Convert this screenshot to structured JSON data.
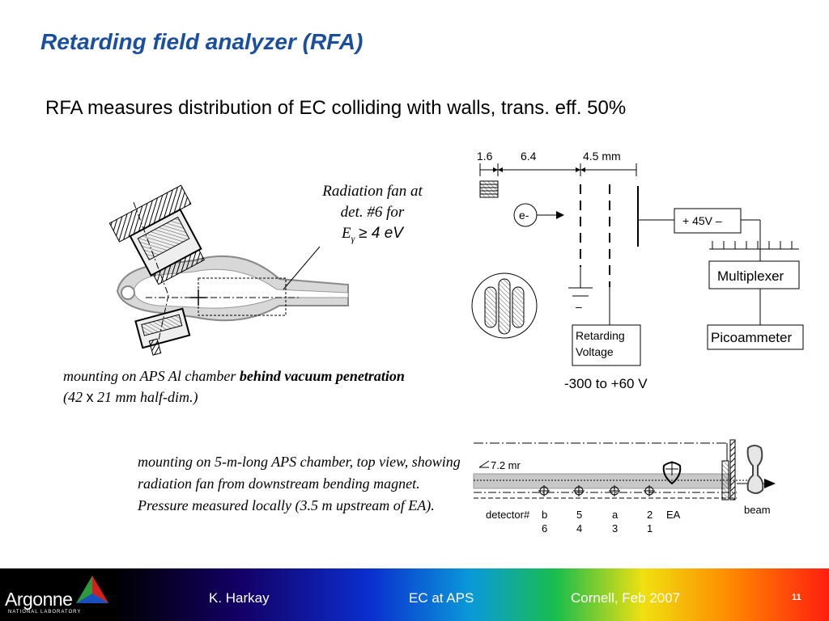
{
  "slide": {
    "title": "Retarding field analyzer (RFA)",
    "subtitle": "RFA measures distribution of EC colliding with walls, trans. eff. 50%",
    "page_number": "11"
  },
  "captions": {
    "radiation_line1": "Radiation fan at",
    "radiation_line2": "det. #6 for",
    "radiation_e": "E",
    "radiation_gamma": "γ",
    "radiation_value": "≥ 4 eV",
    "mount_lead": "mounting on APS Al chamber ",
    "mount_bold": "behind vacuum penetration",
    "mount_open": " (42 ",
    "mount_x": "x",
    "mount_tail": " 21 mm half-dim.)",
    "bottom": "mounting on 5-m-long APS chamber, top view, showing radiation fan from downstream bending magnet. Pressure measured locally (3.5 m upstream of EA)."
  },
  "schematic": {
    "dim1": "1.6",
    "dim2": "6.4",
    "dim3": "4.5 mm",
    "electron": "e-",
    "supply": "+ 45V –",
    "multiplexer": "Multiplexer",
    "picoammeter": "Picoammeter",
    "retarding_line1": "Retarding",
    "retarding_line2": "Voltage",
    "ground_minus": "–",
    "range": "-300  to +60 V"
  },
  "top_view": {
    "angle": "7.2 mr",
    "detector_label": "detector#",
    "beam": "beam",
    "detectors_top": [
      "b",
      "5",
      "a",
      "2",
      "EA"
    ],
    "detectors_bottom": [
      "6",
      "4",
      "3",
      "1"
    ]
  },
  "footer": {
    "author": "K. Harkay",
    "topic": "EC at APS",
    "venue": "Cornell, Feb 2007",
    "logo_text": "Argonne",
    "logo_sub": "NATIONAL LABORATORY"
  }
}
